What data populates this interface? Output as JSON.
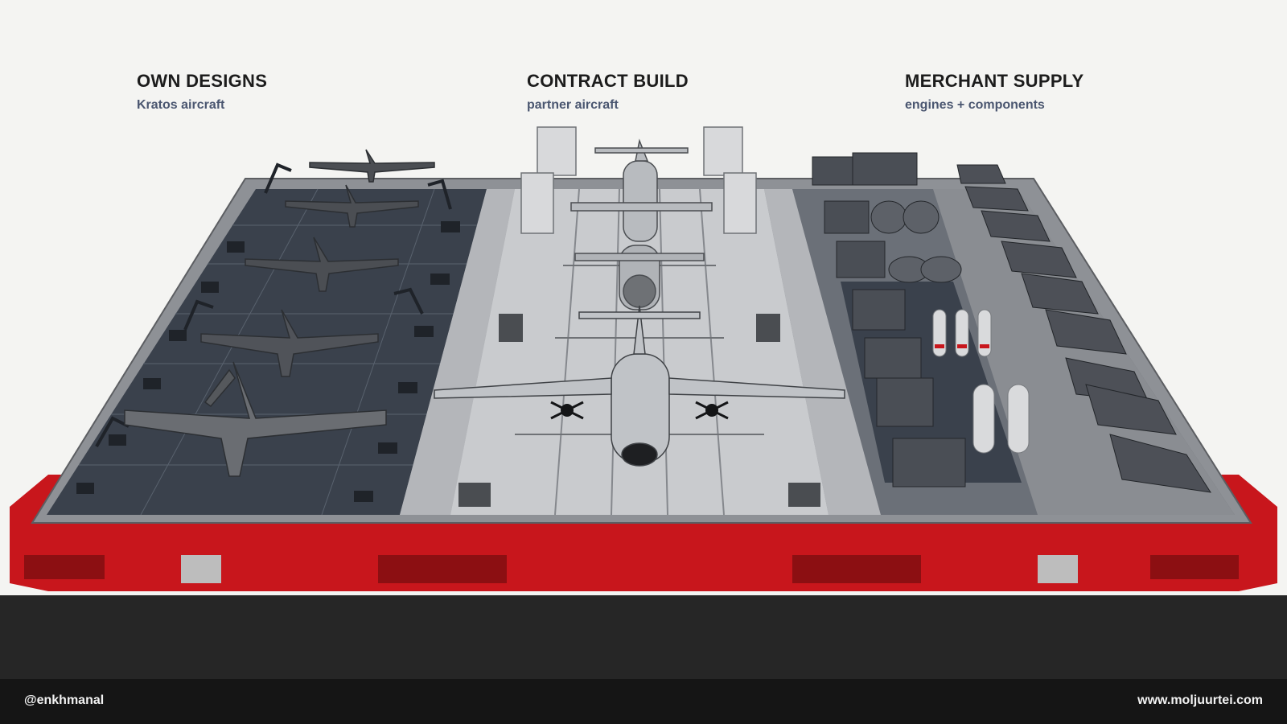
{
  "sections": [
    {
      "title": "OWN DESIGNS",
      "subtitle": "Kratos aircraft"
    },
    {
      "title": "CONTRACT BUILD",
      "subtitle": "partner aircraft"
    },
    {
      "title": "MERCHANT SUPPLY",
      "subtitle": "engines + components"
    }
  ],
  "footer": {
    "handle": "@enkhmanal",
    "website": "www.moljuurtei.com"
  },
  "colors": {
    "frame_red": "#c8161c",
    "background": "#f4f4f2",
    "floor_dark": "#262626",
    "footer_bar": "#151515",
    "title_text": "#1c1c1c",
    "subtitle_text": "#4a5670"
  }
}
